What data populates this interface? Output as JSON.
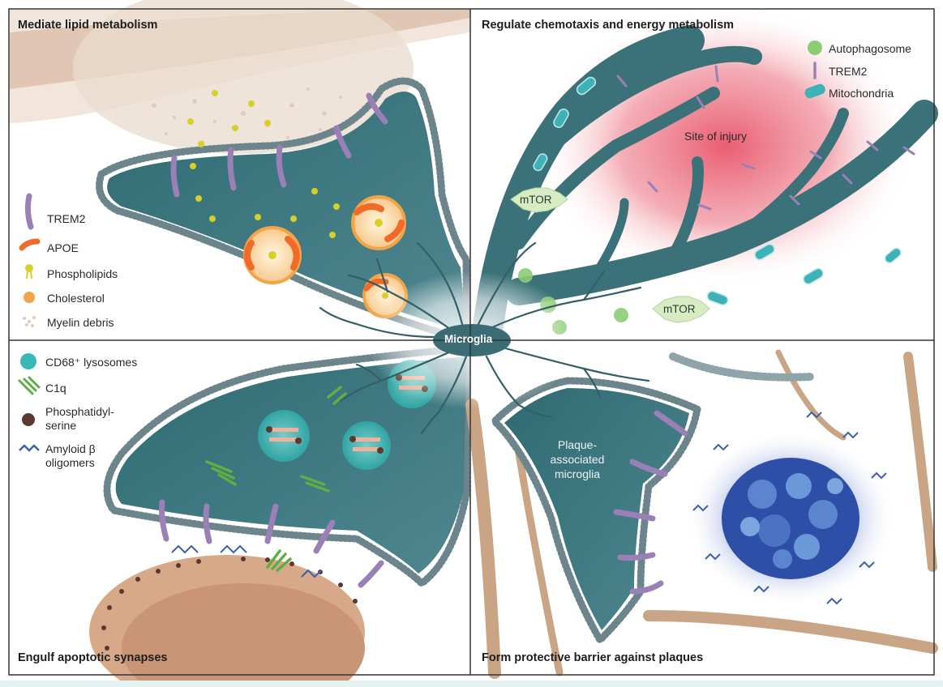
{
  "colors": {
    "cell": "#2f6a72",
    "membrane": "#6c848c",
    "trem2": "#9b80b8",
    "apoe": "#f06a2a",
    "phospholipid": "#d8cf2a",
    "cholesterol": "#f3a447",
    "myelin": "#e3cbb8",
    "lysosome": "#3ab8b6",
    "c1q": "#5fae45",
    "phosphatidylserine": "#5a3a30",
    "amyloid": "#3c5fae",
    "autophagosome": "#8ccc77",
    "mitochondria": "#3fb2b8",
    "injury": "#e8556a",
    "neurite": "#c9a485"
  },
  "quadrants": {
    "top_left": {
      "title": "Mediate lipid metabolism",
      "legend": [
        {
          "icon": "trem2-icon",
          "label": "TREM2"
        },
        {
          "icon": "apoe-icon",
          "label": "APOE"
        },
        {
          "icon": "phospholipid-icon",
          "label": "Phospholipids"
        },
        {
          "icon": "cholesterol-icon",
          "label": "Cholesterol"
        },
        {
          "icon": "myelin-debris-icon",
          "label": "Myelin debris"
        }
      ]
    },
    "top_right": {
      "title": "Regulate chemotaxis and energy metabolism",
      "legend": [
        {
          "icon": "autophagosome-icon",
          "label": "Autophagosome"
        },
        {
          "icon": "trem2-icon",
          "label": "TREM2"
        },
        {
          "icon": "mitochondria-icon",
          "label": "Mitochondria"
        }
      ],
      "injury_label": "Site of injury",
      "mtor_label": "mTOR"
    },
    "bottom_left": {
      "title": "Engulf apoptotic synapses",
      "legend": [
        {
          "icon": "lysosome-icon",
          "label": "CD68⁺ lysosomes"
        },
        {
          "icon": "c1q-icon",
          "label": "C1q"
        },
        {
          "icon": "phosphatidylserine-icon",
          "label": "Phosphatidyl-",
          "label2": "serine"
        },
        {
          "icon": "amyloid-icon",
          "label": "Amyloid β",
          "label2": "oligomers"
        }
      ]
    },
    "bottom_right": {
      "title": "Form protective barrier against plaques",
      "cell_label": [
        "Plaque-",
        "associated",
        "microglia"
      ]
    }
  },
  "center_label": "Microglia"
}
